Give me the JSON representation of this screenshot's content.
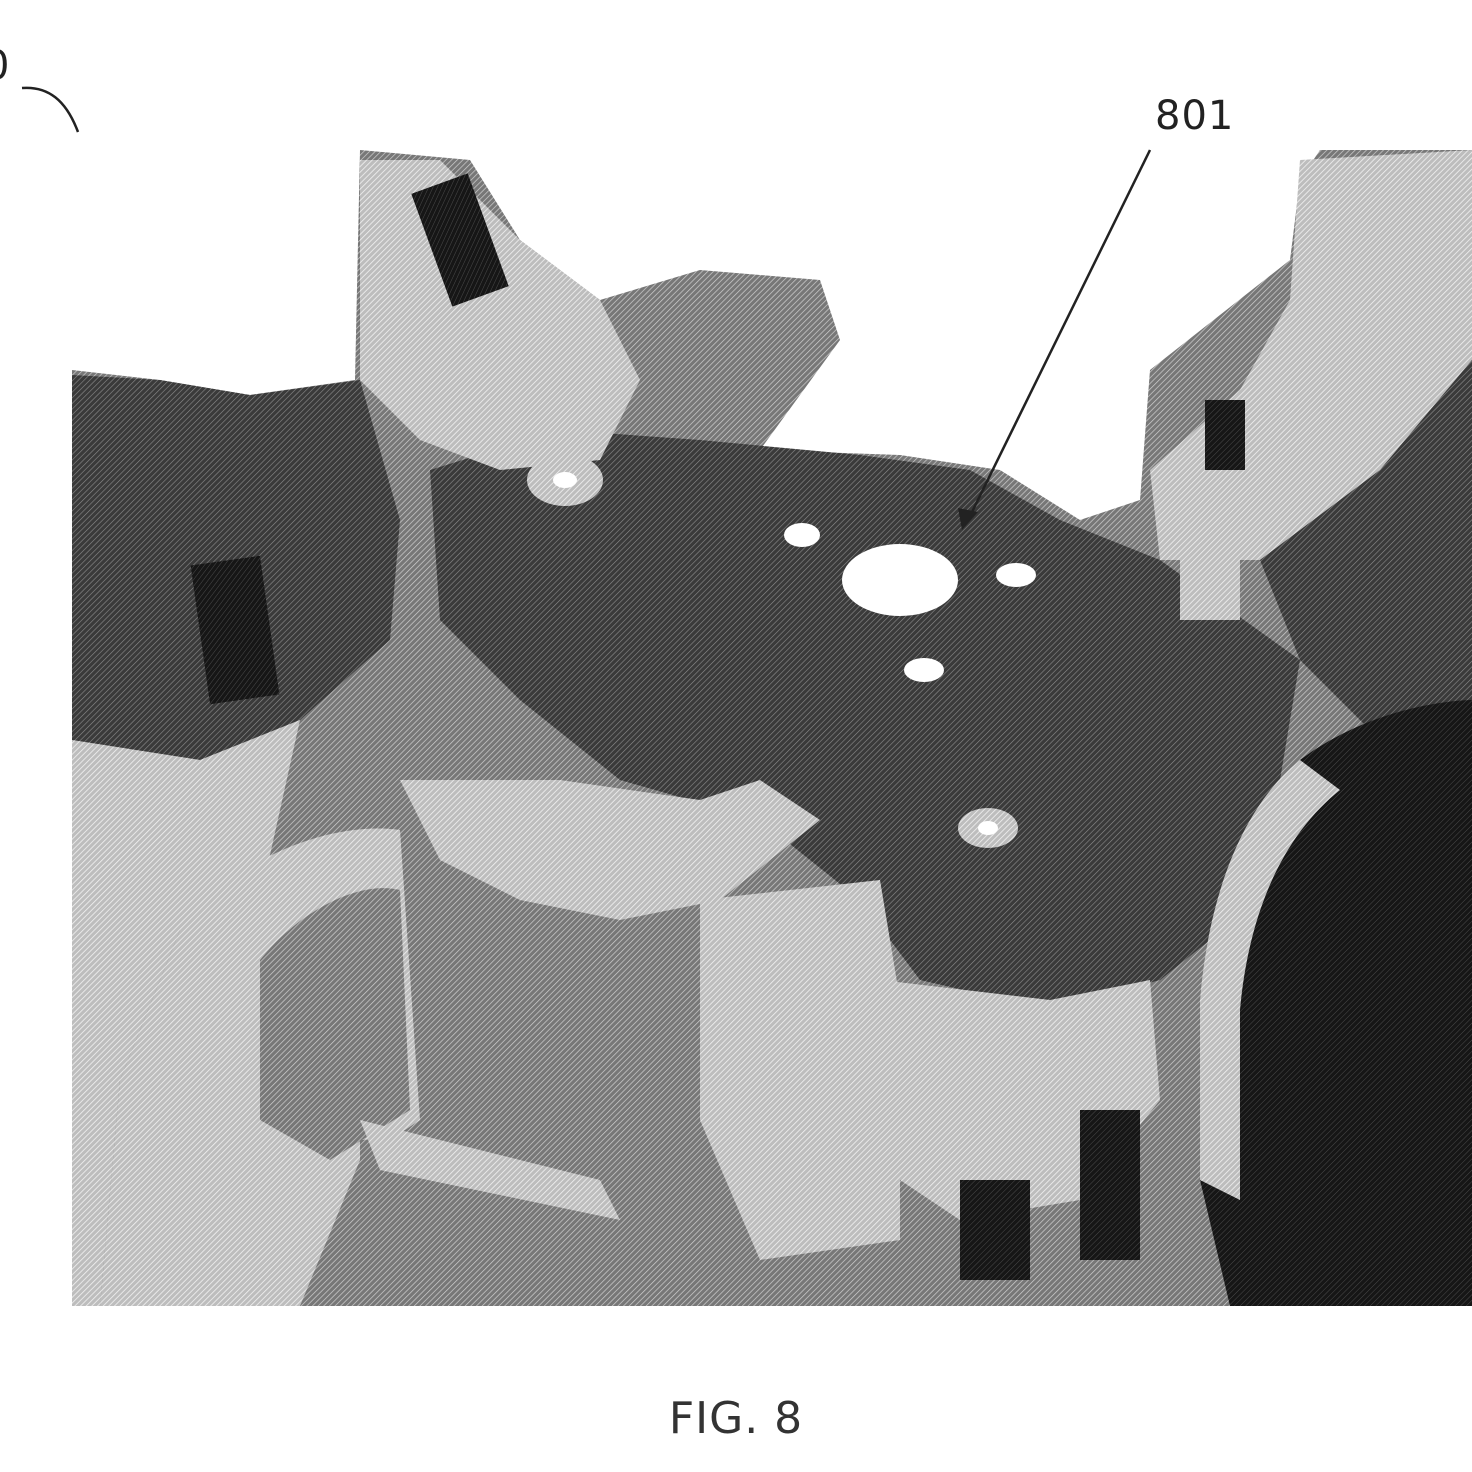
{
  "figure": {
    "caption": "FIG. 8",
    "reference_numerals": {
      "part_801": "801",
      "overall_partial": "0"
    }
  }
}
